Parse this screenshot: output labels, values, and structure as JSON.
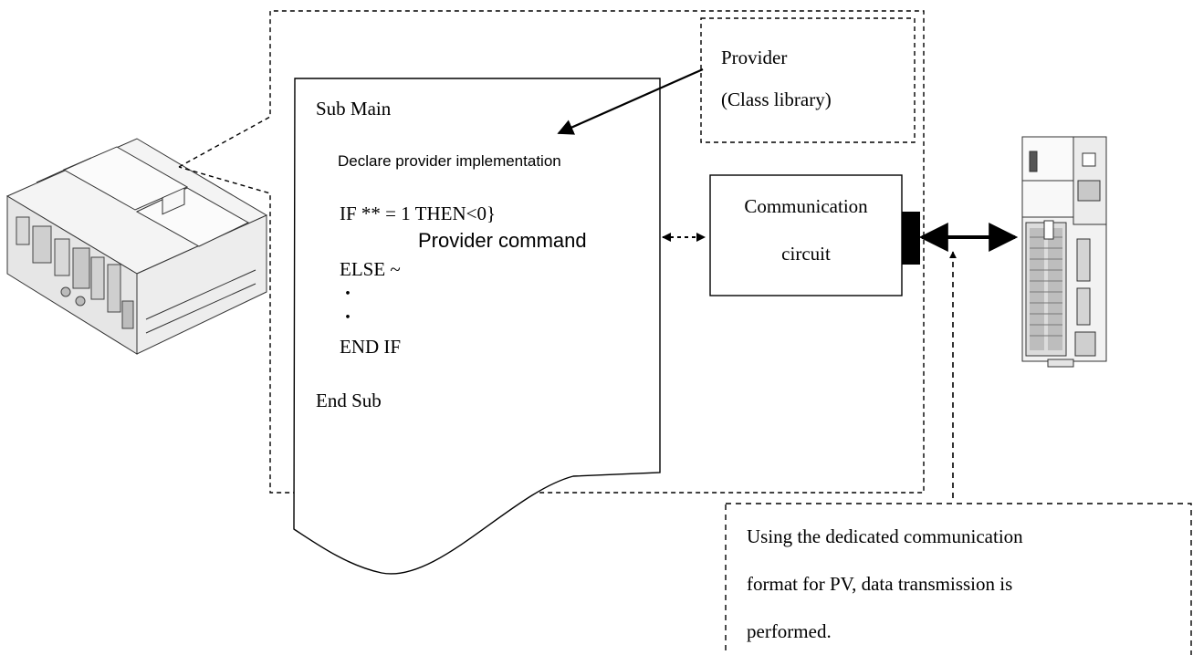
{
  "provider_box": {
    "line1": "Provider",
    "line2": "(Class library)"
  },
  "program": {
    "lines": [
      "Sub Main",
      "Declare provider implementation",
      "IF ** = 1 THEN<0}",
      "Provider command",
      "ELSE ~",
      "・",
      "・",
      "END IF",
      "End Sub"
    ]
  },
  "communication_box": {
    "line1": "Communication",
    "line2": "circuit"
  },
  "note_box": {
    "lines": [
      "Using the dedicated communication",
      "format for PV, data transmission is",
      "performed."
    ]
  },
  "icons": {
    "controller": "robot-controller-icon",
    "plc": "plc-device-icon"
  }
}
